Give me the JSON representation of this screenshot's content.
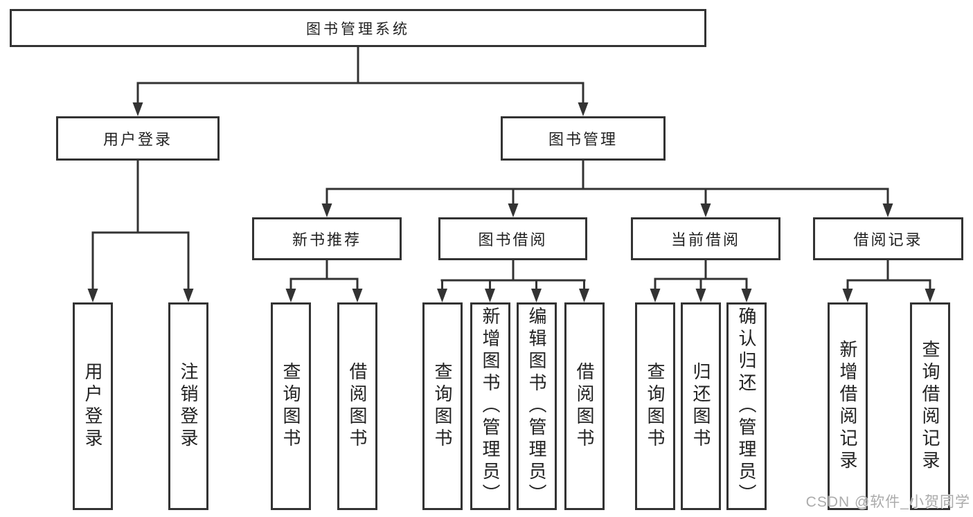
{
  "diagram_title": "图书管理系统",
  "tree": {
    "label": "图书管理系统",
    "children": [
      {
        "label": "用户登录",
        "children": [
          {
            "label": "用户登录"
          },
          {
            "label": "注销登录"
          }
        ]
      },
      {
        "label": "图书管理",
        "children": [
          {
            "label": "新书推荐",
            "children": [
              {
                "label": "查询图书"
              },
              {
                "label": "借阅图书"
              }
            ]
          },
          {
            "label": "图书借阅",
            "children": [
              {
                "label": "查询图书"
              },
              {
                "label": "新增图书（管理员）"
              },
              {
                "label": "编辑图书（管理员）"
              },
              {
                "label": "借阅图书"
              }
            ]
          },
          {
            "label": "当前借阅",
            "children": [
              {
                "label": "查询图书"
              },
              {
                "label": "归还图书"
              },
              {
                "label": "确认归还（管理员）"
              }
            ]
          },
          {
            "label": "借阅记录",
            "children": [
              {
                "label": "新增借阅记录"
              },
              {
                "label": "查询借阅记录"
              }
            ]
          }
        ]
      }
    ]
  },
  "watermark": {
    "text": "CSDN @软件_小贺同学"
  },
  "colors": {
    "line": "#333333",
    "box_border": "#333333",
    "text": "#222222",
    "background": "#ffffff",
    "watermark": "#ababab"
  }
}
